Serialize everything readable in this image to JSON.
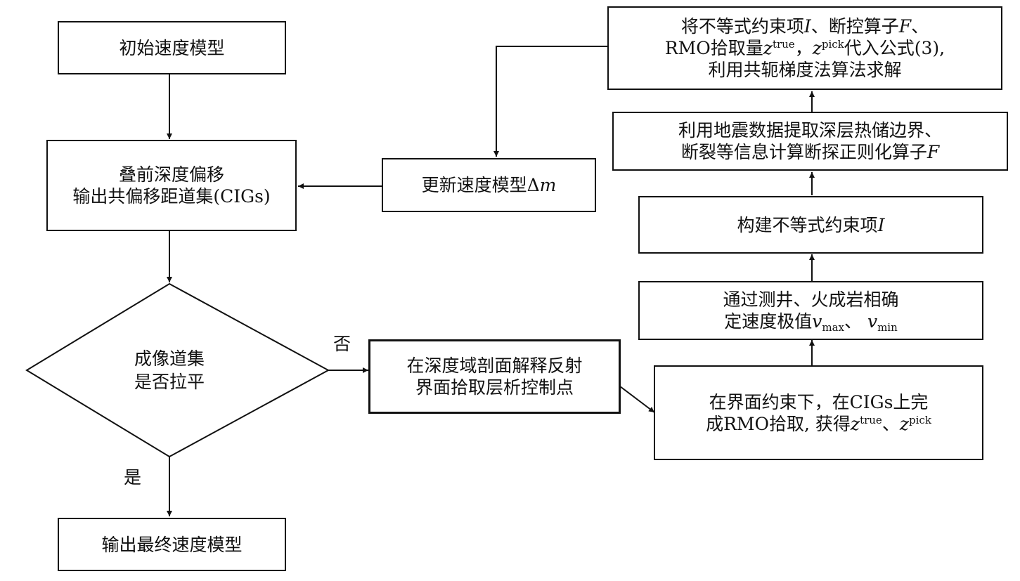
{
  "nodes": {
    "init_model": "初始速度模型",
    "psdm": {
      "line1": "叠前深度偏移",
      "line2": "输出共偏移距道集(CIGs)"
    },
    "decision": {
      "line1": "成像道集",
      "line2": "是否拉平"
    },
    "final_output": "输出最终速度模型",
    "update_model": {
      "text": "更新速度模型Δ",
      "var": "m"
    },
    "interpret": {
      "line1": "在深度域剖面解释反射",
      "line2": "界面拾取层析控制点"
    },
    "rmo_pick": {
      "line1": "在界面约束下，在CIGs上完",
      "line2_prefix": "成RMO拾取, 获得",
      "z": "z",
      "true_sup": "true",
      "sep": "、",
      "pick_sup": "pick"
    },
    "velocity_extreme": {
      "line1": "通过测井、火成岩相确",
      "line2_prefix": "定速度极值",
      "v": "v",
      "max_sub": "max",
      "sep": "、 ",
      "min_sub": "min"
    },
    "build_constraint": {
      "text": "构建不等式约束项",
      "var": "I"
    },
    "fault_operator": {
      "line1": "利用地震数据提取深层热储边界、",
      "line2": "断裂等信息计算断探正则化算子",
      "var": "F"
    },
    "solve": {
      "l1_a": "将不等式约束项",
      "l1_I": "I",
      "l1_b": "、断控算子",
      "l1_F": "F",
      "l1_c": "、",
      "l2_a": "RMO拾取量",
      "l2_z": "z",
      "l2_true": "true",
      "l2_b": "，",
      "l2_z2": "z",
      "l2_pick": "pick",
      "l2_c": "代入公式(3),",
      "l3": "利用共轭梯度法算法求解"
    }
  },
  "edge_labels": {
    "no": "否",
    "yes": "是"
  },
  "colors": {
    "stroke": "#111111",
    "background": "#ffffff"
  }
}
